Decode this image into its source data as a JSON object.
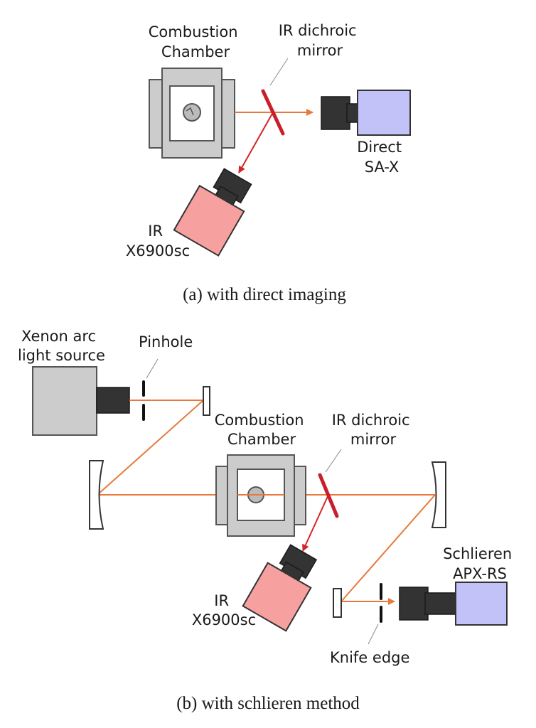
{
  "panel_a": {
    "chamber_label": [
      "Combustion",
      "Chamber"
    ],
    "mirror_label": [
      "IR dichroic",
      "mirror"
    ],
    "direct_camera_label": [
      "Direct",
      "SA-X"
    ],
    "ir_camera_label": [
      "IR",
      "X6900sc"
    ],
    "caption": "(a) with direct imaging"
  },
  "panel_b": {
    "light_source_label": [
      "Xenon arc",
      "light source"
    ],
    "pinhole_label": "Pinhole",
    "chamber_label": [
      "Combustion",
      "Chamber"
    ],
    "mirror_label": [
      "IR dichroic",
      "mirror"
    ],
    "schlieren_camera_label": [
      "Schlieren",
      "APX-RS"
    ],
    "ir_camera_label": [
      "IR",
      "X6900sc"
    ],
    "knife_edge_label": "Knife edge",
    "caption": "(b) with schlieren method"
  },
  "colors": {
    "visible_beam": "#e8793b",
    "ir_beam": "#d42626",
    "dichroic_mirror": "#c8202b",
    "visible_camera": "#c2c2f8",
    "ir_camera": "#f7a0a0",
    "housing": "#cccccc"
  }
}
